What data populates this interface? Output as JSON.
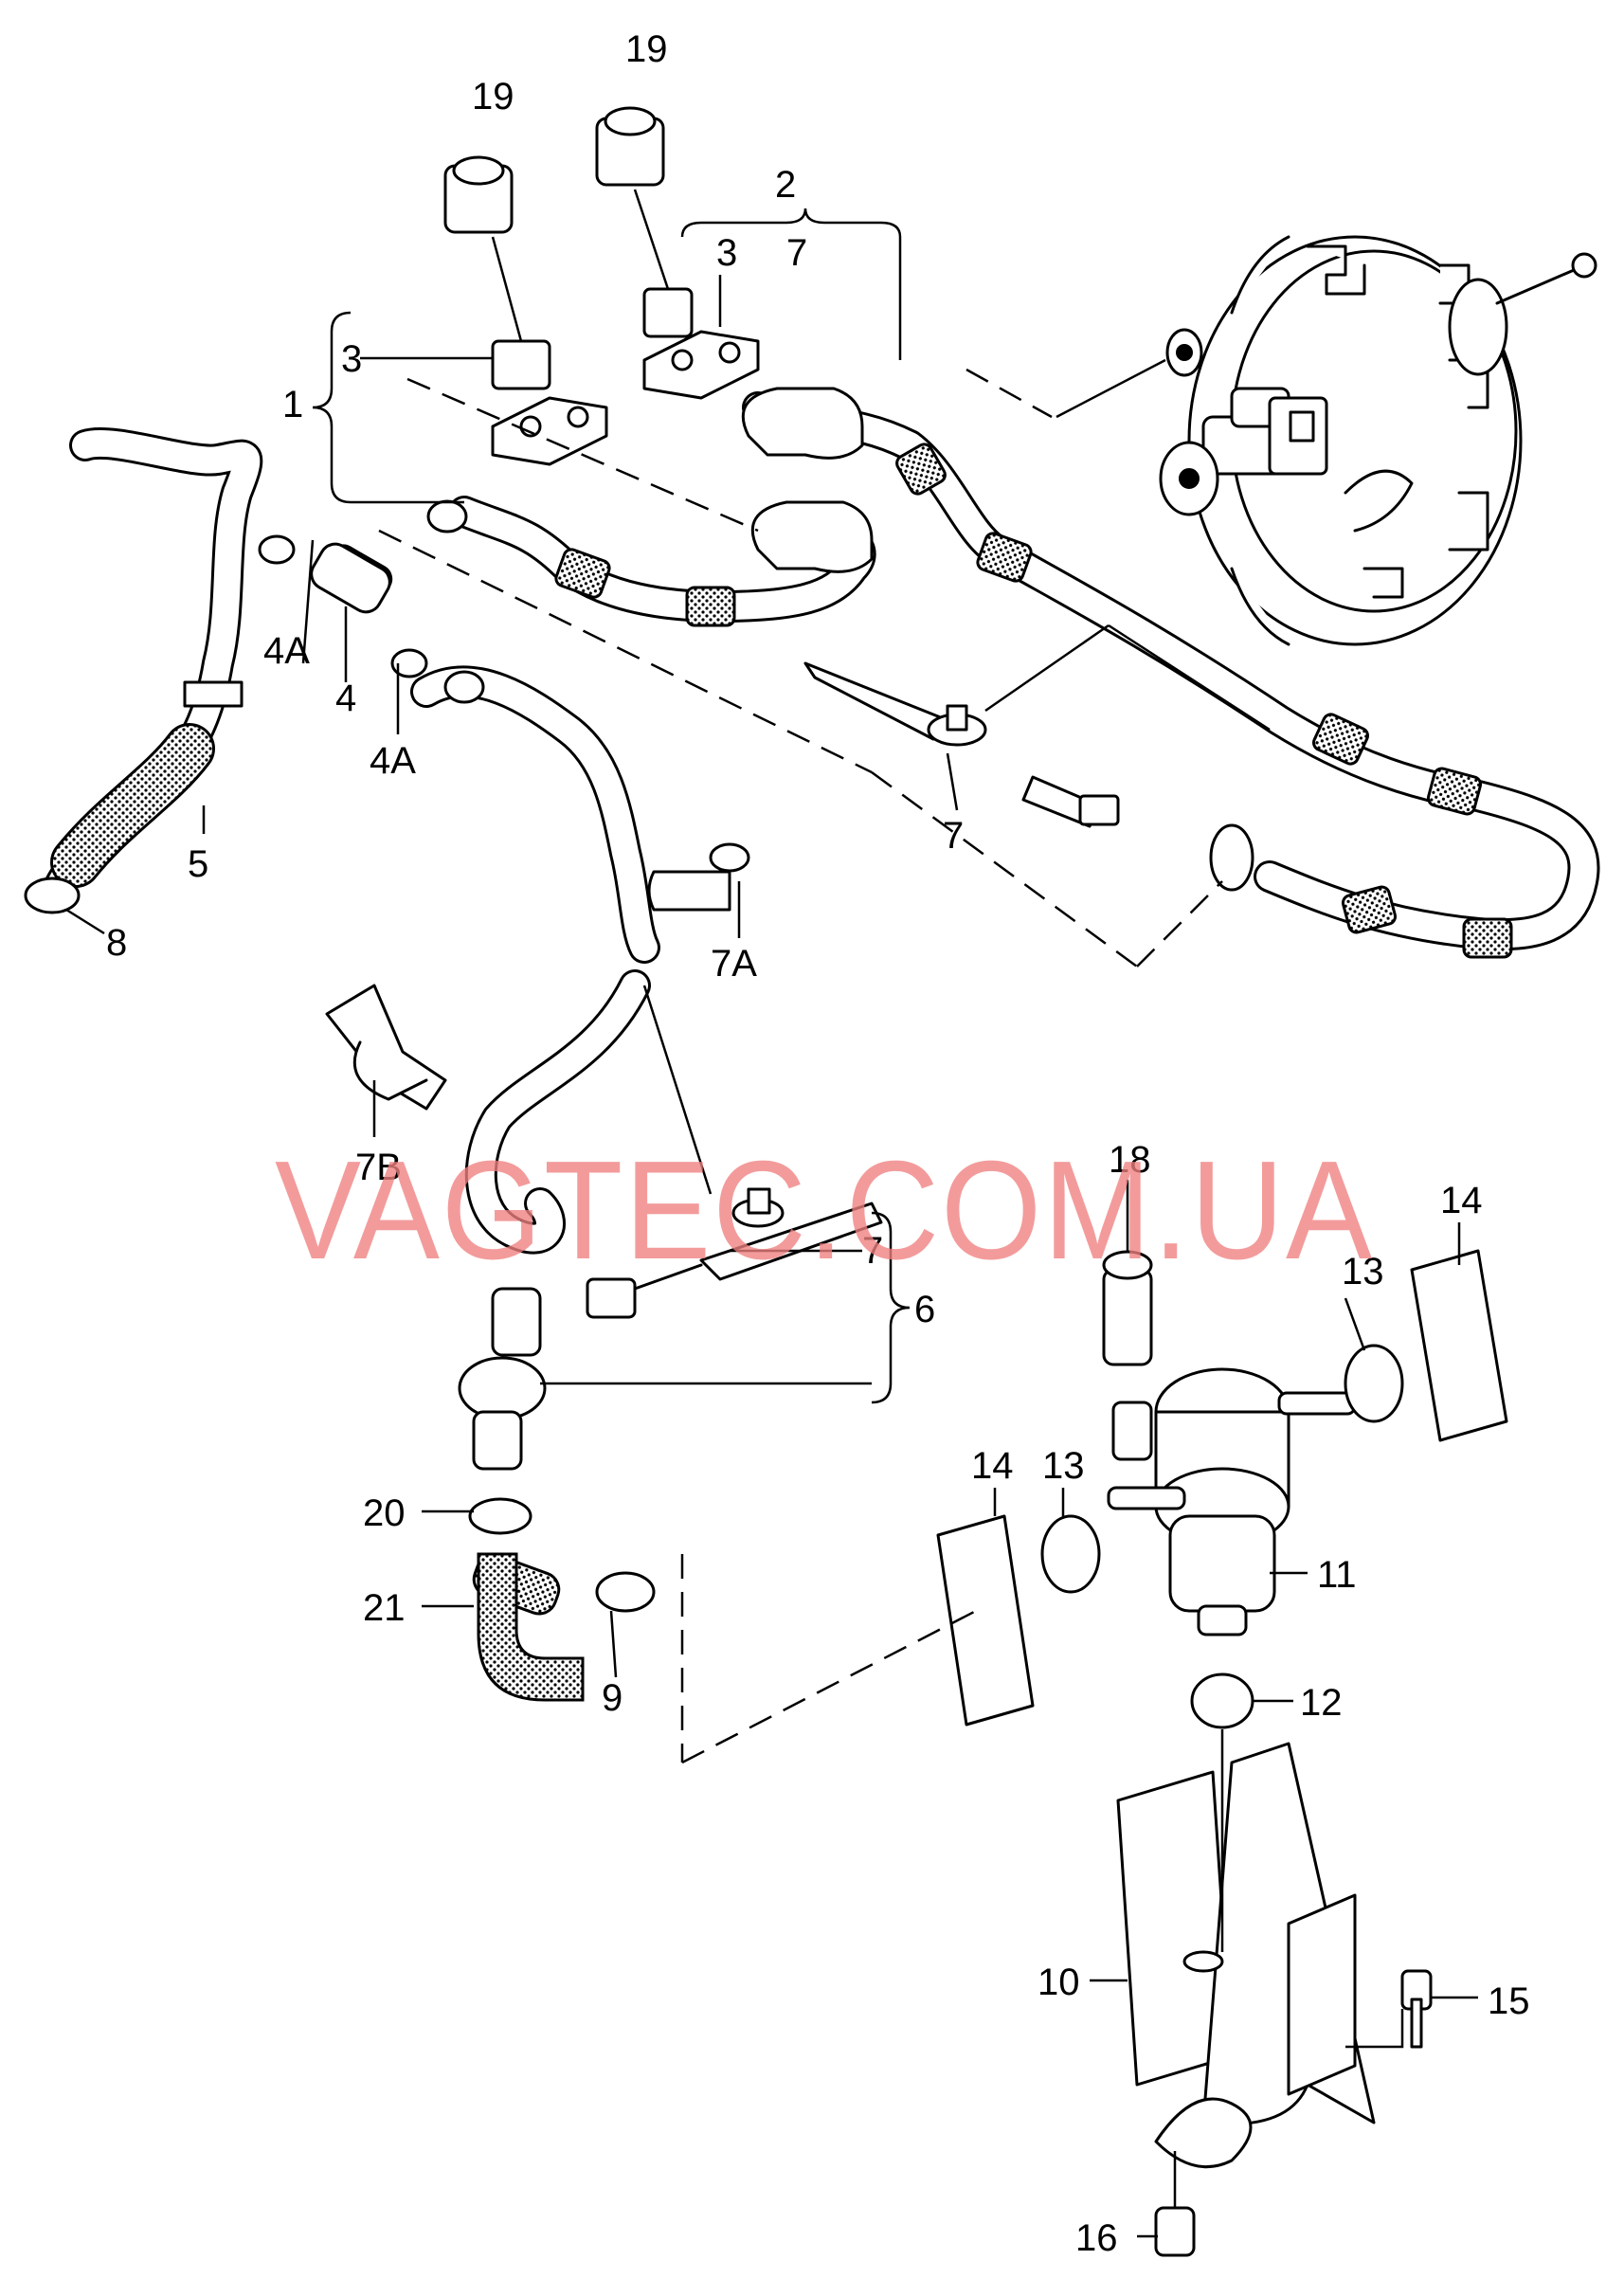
{
  "watermark": "VAGTEC.COM.UA",
  "callouts": {
    "c1": "1",
    "c2": "2",
    "c3a": "3",
    "c3b": "3",
    "c4": "4",
    "c4a_top": "4A",
    "c4a_bottom": "4A",
    "c5": "5",
    "c6": "6",
    "c7_top": "7",
    "c7_mid": "7",
    "c7_right": "7",
    "c7a": "7A",
    "c7b": "7B",
    "c8": "8",
    "c9": "9",
    "c10": "10",
    "c11": "11",
    "c12": "12",
    "c13_left": "13",
    "c13_right": "13",
    "c14_left": "14",
    "c14_right": "14",
    "c15": "15",
    "c16": "16",
    "c18": "18",
    "c19_left": "19",
    "c19_right": "19",
    "c20": "20",
    "c21": "21"
  },
  "colors": {
    "line": "#000000",
    "background": "#ffffff",
    "watermark": "#f08080"
  }
}
